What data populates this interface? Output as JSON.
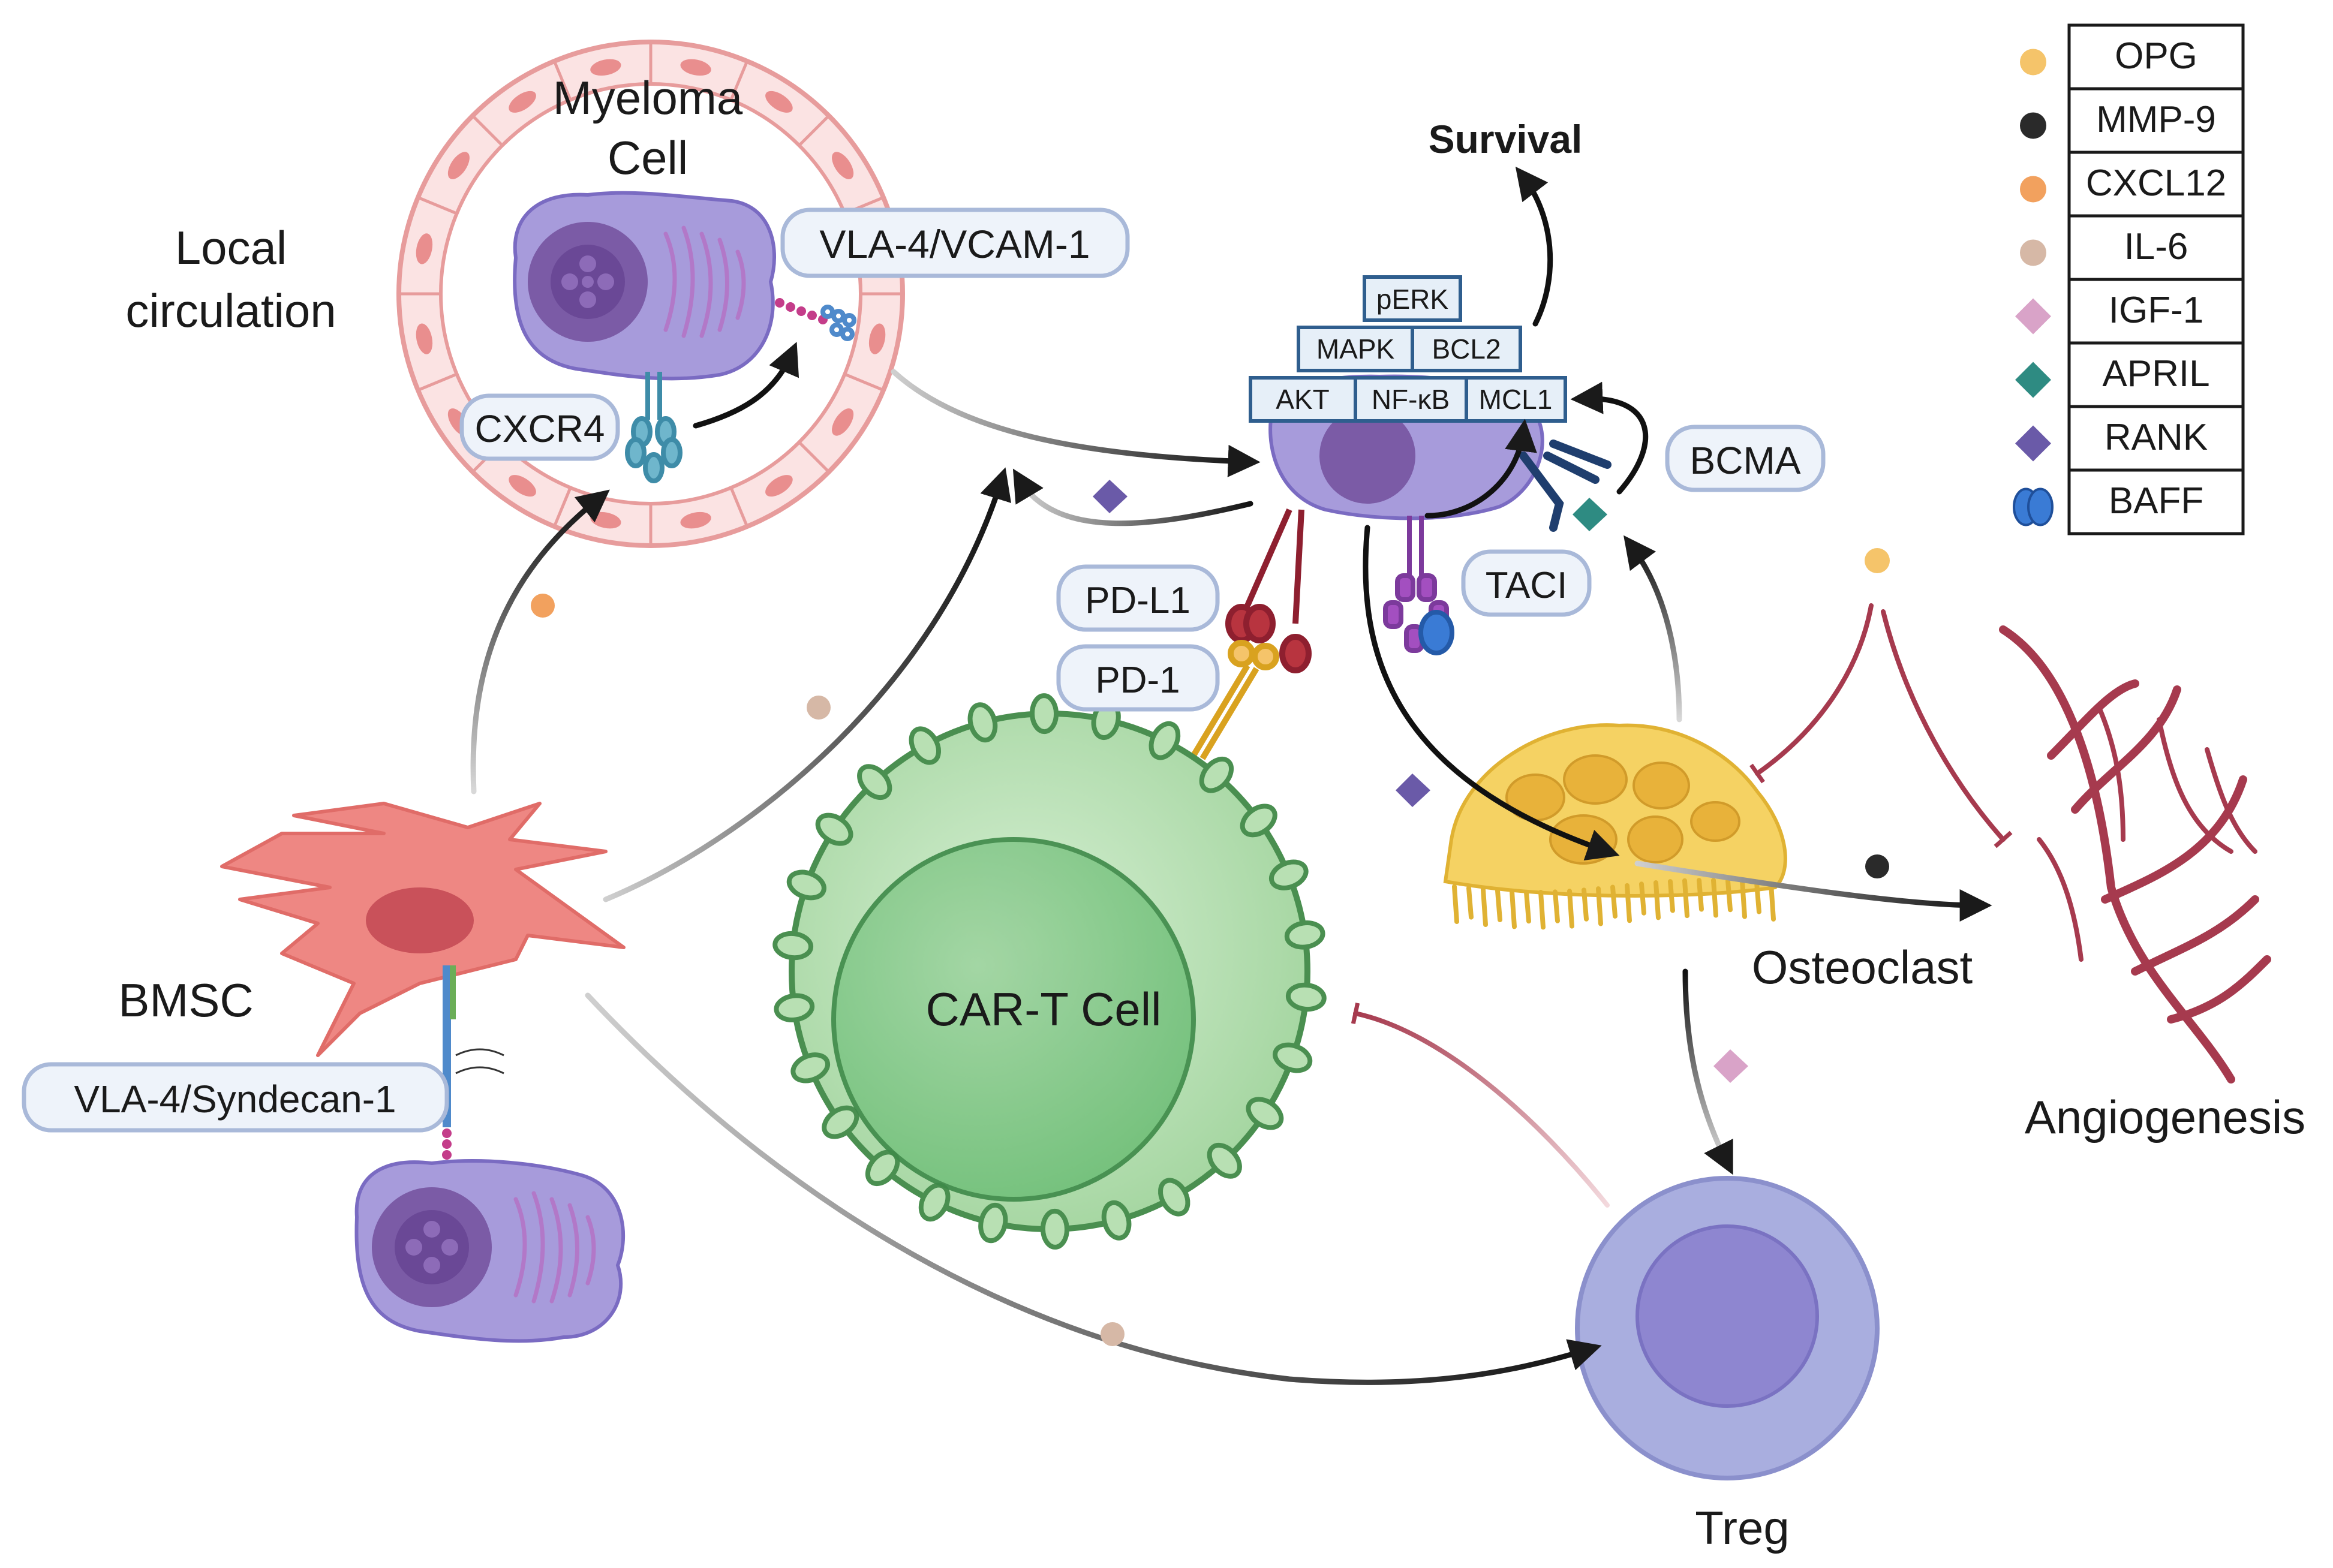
{
  "labels": {
    "myeloma_cell_line1": "Myeloma",
    "myeloma_cell_line2": "Cell",
    "local_circulation_line1": "Local",
    "local_circulation_line2": "circulation",
    "survival": "Survival",
    "bmsc": "BMSC",
    "car_t_cell": "CAR-T Cell",
    "osteoclast": "Osteoclast",
    "angiogenesis": "Angiogenesis",
    "treg": "Treg"
  },
  "receptor_tags": {
    "vla4_vcam1": "VLA-4/VCAM-1",
    "cxcr4": "CXCR4",
    "bcma": "BCMA",
    "pd_l1": "PD-L1",
    "pd_1": "PD-1",
    "taci": "TACI",
    "vla4_syndecan1": "VLA-4/Syndecan-1"
  },
  "signaling": {
    "perk": "pERK",
    "mapk": "MAPK",
    "bcl2": "BCL2",
    "akt": "AKT",
    "nfkb": "NF-κB",
    "mcl1": "MCL1"
  },
  "legend": [
    {
      "label": "OPG",
      "shape": "circle",
      "color": "#F5C46A"
    },
    {
      "label": "MMP-9",
      "shape": "circle",
      "color": "#2A2A2A"
    },
    {
      "label": "CXCL12",
      "shape": "circle",
      "color": "#F2A15E"
    },
    {
      "label": "IL-6",
      "shape": "circle",
      "color": "#D6B8A6"
    },
    {
      "label": "IGF-1",
      "shape": "diamond",
      "color": "#D9A3C8"
    },
    {
      "label": "APRIL",
      "shape": "diamond",
      "color": "#2E8B82"
    },
    {
      "label": "RANK",
      "shape": "diamond",
      "color": "#6A5AA8"
    },
    {
      "label": "BAFF",
      "shape": "baff",
      "color": "#3A7BD5"
    }
  ],
  "colors": {
    "myeloma_purple": "#A79BDB",
    "nucleus_purple": "#7B5BA6",
    "vessel_pink": "#F4B4B4",
    "bmsc_red": "#EE8783",
    "car_t_green": "#A7D9A5",
    "osteoclast_yellow": "#F5D263",
    "treg_blue": "#A9AEDF",
    "inhibit_red": "#A63A4E",
    "tag_border": "#A9B9D9",
    "tag_fill": "#EEF3FA",
    "box_border": "#2F5E8E",
    "box_fill": "#E6EFF8"
  }
}
